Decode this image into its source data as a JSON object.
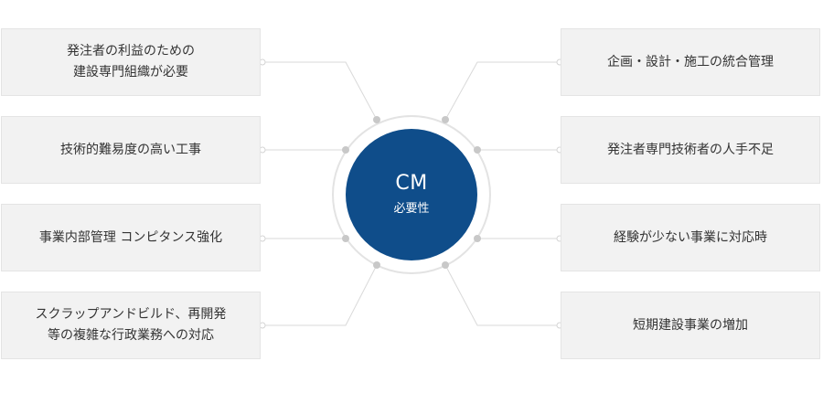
{
  "center": {
    "title": "CM",
    "subtitle": "必要性"
  },
  "left_items": [
    "発注者の利益のための\n建設専門組織が必要",
    "技術的難易度の高い工事",
    "事業内部管理 コンピタンス強化",
    "スクラップアンドビルド、再開発\n等の複雑な行政業務への対応"
  ],
  "right_items": [
    "企画・設計・施工の統合管理",
    "発注者専門技術者の人手不足",
    "経験が少ない事業に対応時",
    "短期建設事業の増加"
  ],
  "colors": {
    "center_fill": "#0f4d8a",
    "box_fill": "#f2f2f2",
    "connector": "#d9d9d9",
    "dot": "#c8c8c8"
  }
}
